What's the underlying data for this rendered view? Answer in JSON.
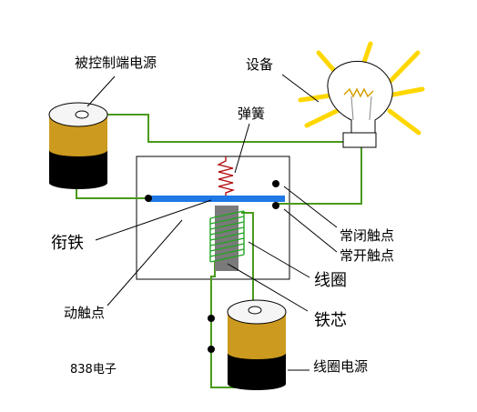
{
  "diagram": {
    "labels": {
      "controlled_power": "被控制端电源",
      "device": "设备",
      "spring": "弹簧",
      "armature": "衔铁",
      "nc_contact": "常闭触点",
      "no_contact": "常开触点",
      "coil": "线圈",
      "moving_contact": "动触点",
      "iron_core": "铁芯",
      "coil_power": "线圈电源",
      "watermark": "838电子"
    },
    "colors": {
      "wire": "#4a9a1c",
      "armature": "#1e78e6",
      "spring": "#b00000",
      "coil": "#23a423",
      "core": "#7a7a7a",
      "battery_top": "#f5f5f5",
      "battery_gold": "#cc9a1e",
      "battery_body": "#000000",
      "bulb_glow": "#ffd700",
      "bulb_glass": "#ffffff",
      "relay_frame": "#000000"
    },
    "icons": {
      "controlled_power": "battery-icon",
      "coil_power": "battery-icon",
      "device": "light-bulb-icon"
    }
  }
}
